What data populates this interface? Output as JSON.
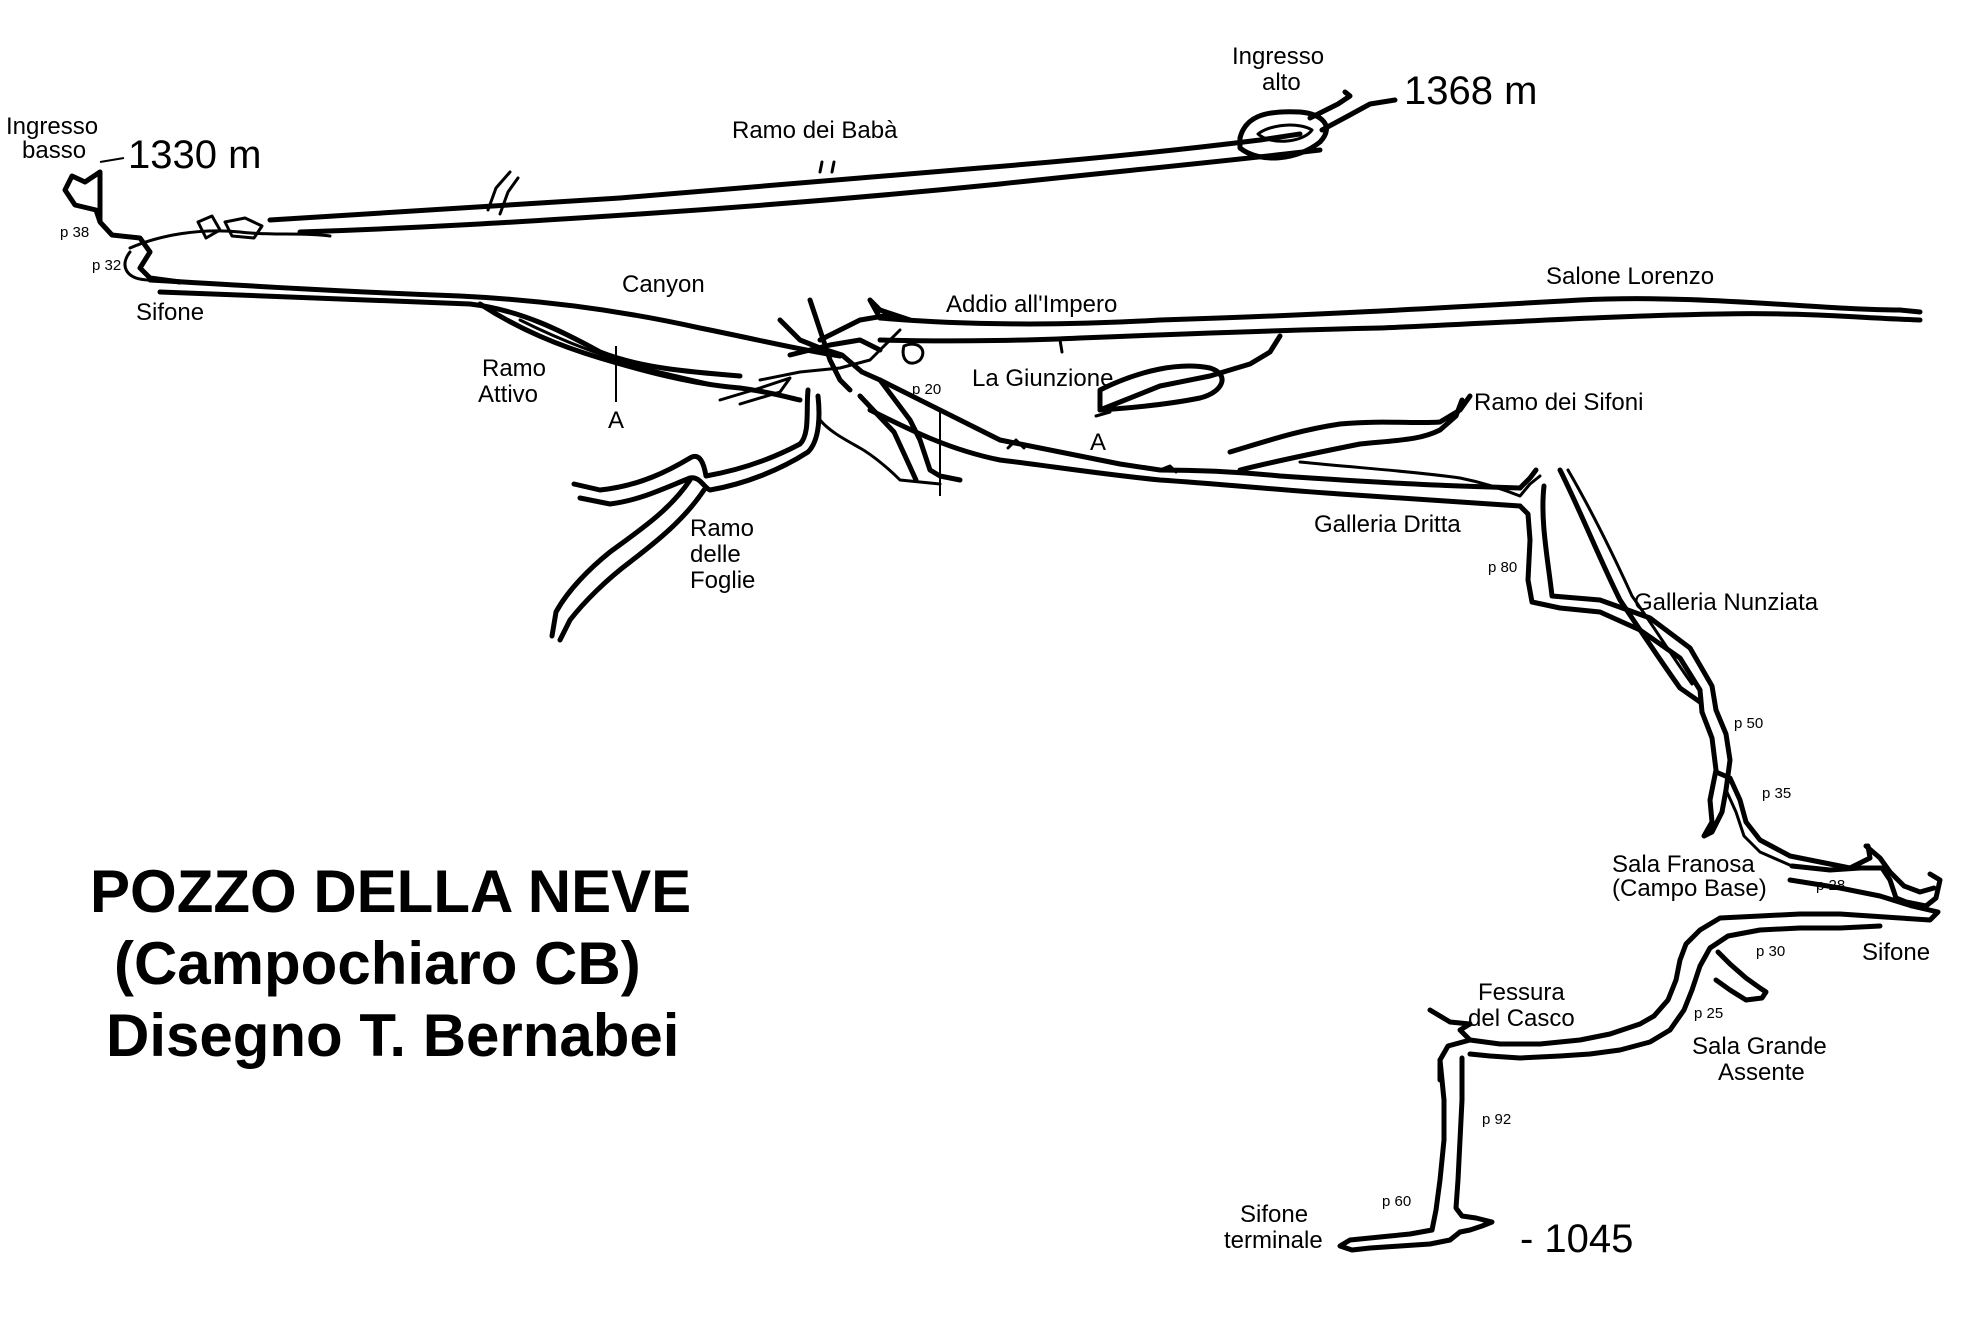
{
  "title": {
    "line1": "POZZO DELLA NEVE",
    "line2": "(Campochiaro CB)",
    "line3": "Disegno T. Bernabei"
  },
  "elevations": {
    "lower_entrance": "1330 m",
    "upper_entrance": "1368 m",
    "bottom_depth": "- 1045"
  },
  "places": {
    "ingresso_basso": [
      "Ingresso",
      "basso"
    ],
    "ingresso_alto": [
      "Ingresso",
      "alto"
    ],
    "ramo_dei_baba": "Ramo dei Babà",
    "sifone_upper": "Sifone",
    "canyon": "Canyon",
    "addio_impero": "Addio all'Impero",
    "salone_lorenzo": "Salone Lorenzo",
    "ramo_attivo": [
      "Ramo",
      "Attivo"
    ],
    "la_giunzione": "La Giunzione",
    "ramo_sifoni": "Ramo dei Sifoni",
    "ramo_foglie": [
      "Ramo",
      "delle",
      "Foglie"
    ],
    "galleria_dritta": "Galleria Dritta",
    "galleria_nunziata": "Galleria Nunziata",
    "sala_franosa": [
      "Sala Franosa",
      "(Campo Base)"
    ],
    "sifone_lower": "Sifone",
    "fessura_casco": [
      "Fessura",
      "del Casco"
    ],
    "sala_grande": [
      "Sala Grande",
      "Assente"
    ],
    "sifone_terminale": [
      "Sifone",
      "terminale"
    ]
  },
  "section_marks": {
    "a_left": "A",
    "a_right": "A"
  },
  "pitches": {
    "p38": "p 38",
    "p32": "p 32",
    "p20": "p 20",
    "p80": "p 80",
    "p50": "p 50",
    "p35": "p 35",
    "p28": "p 28",
    "p30": "p 30",
    "p25": "p 25",
    "p92": "p 92",
    "p60": "p 60"
  }
}
